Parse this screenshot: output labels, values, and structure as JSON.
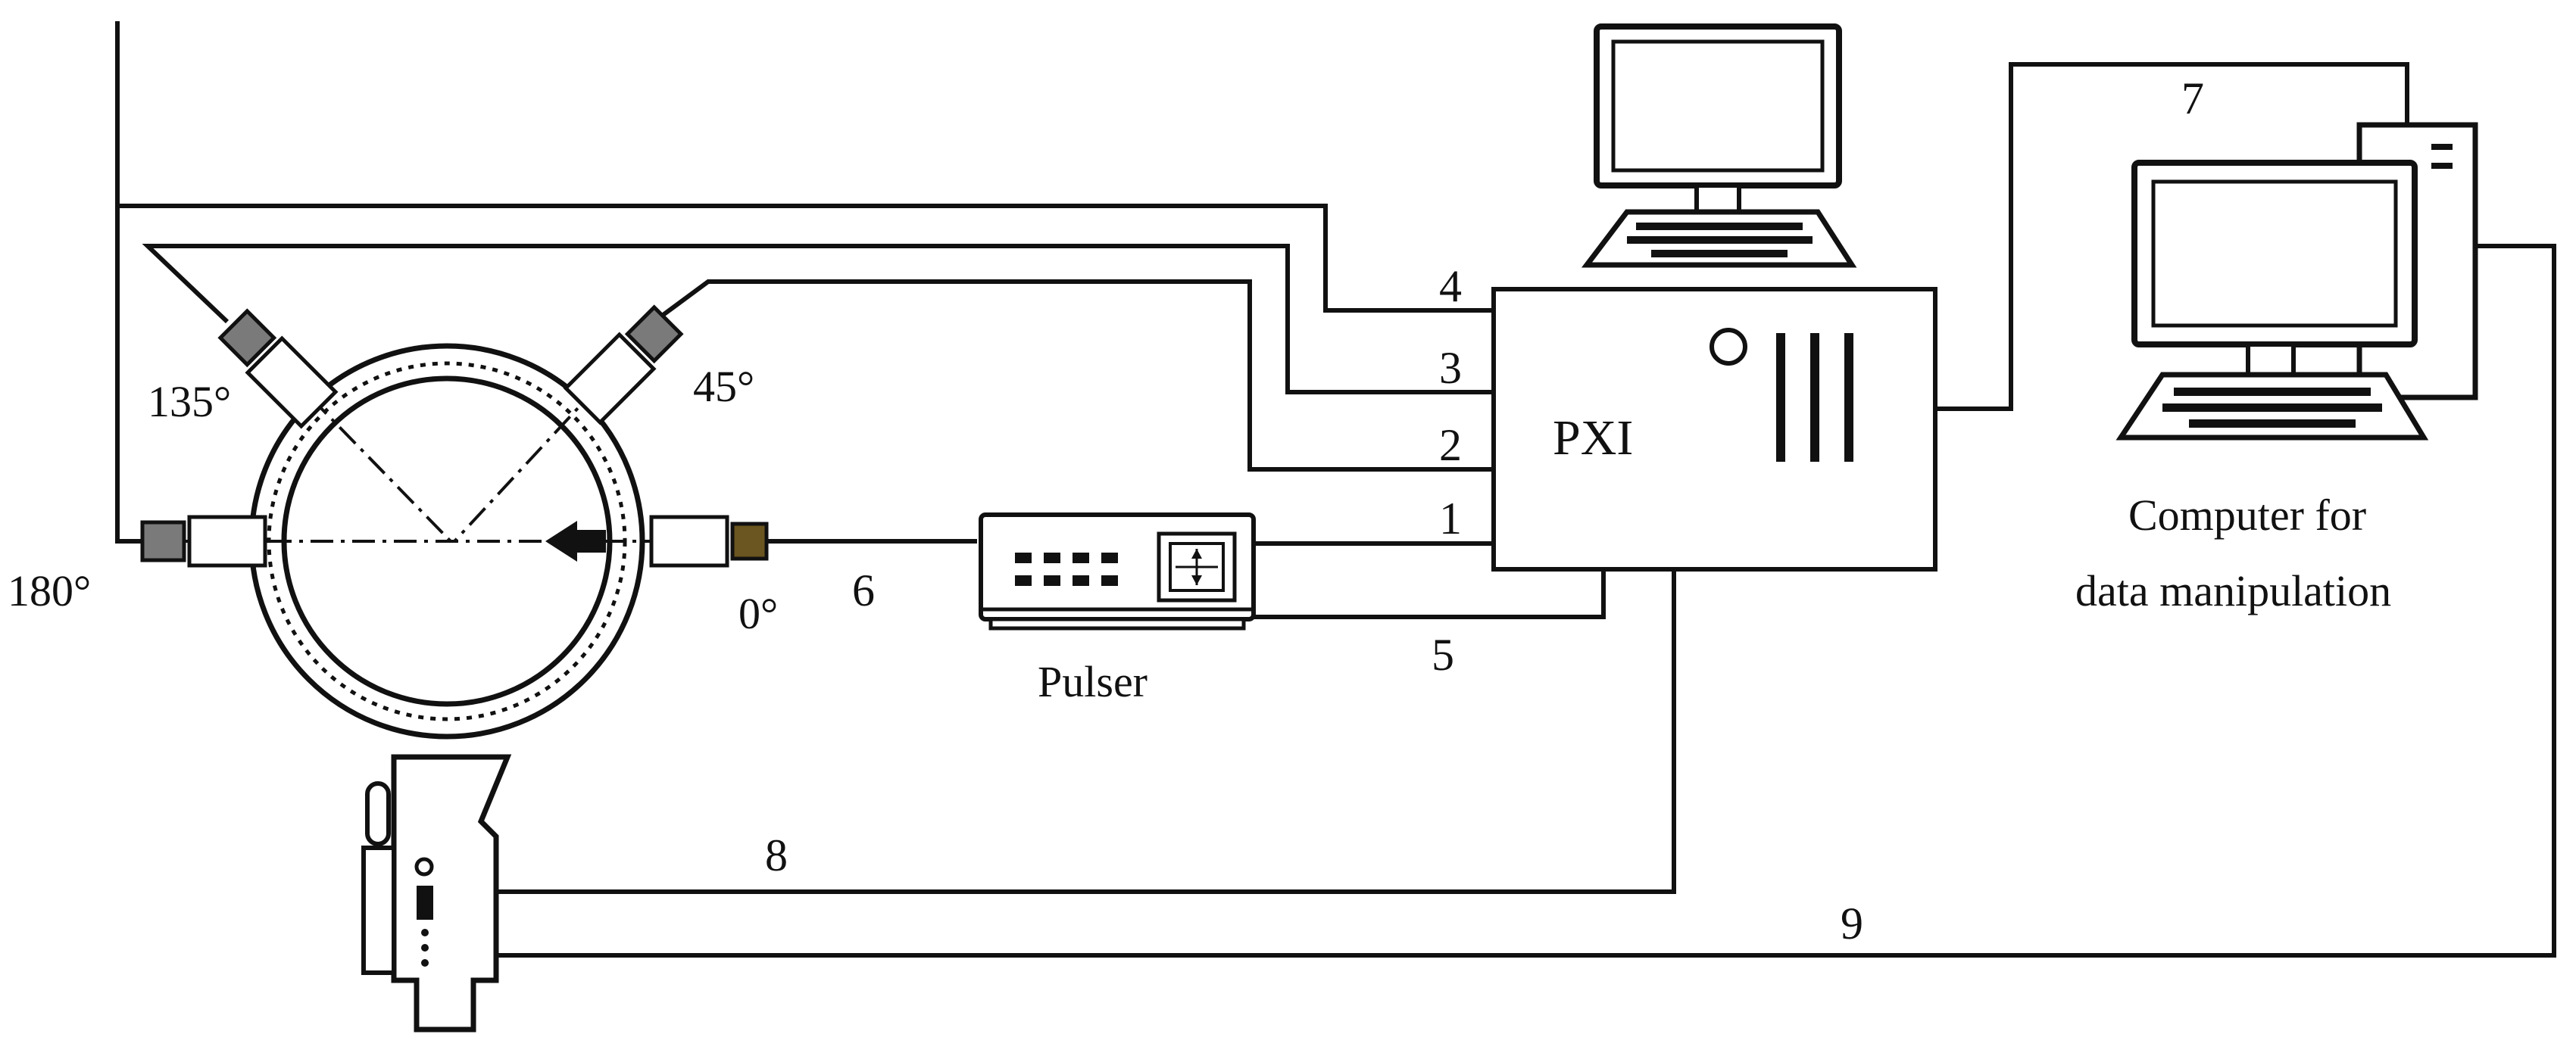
{
  "labels": {
    "pxi": "PXI",
    "pulser": "Pulser",
    "computer_line1": "Computer for",
    "computer_line2": "data manipulation",
    "angle_135": "135°",
    "angle_45": "45°",
    "angle_180": "180°",
    "angle_0": "0°"
  },
  "connections": {
    "c1": "1",
    "c2": "2",
    "c3": "3",
    "c4": "4",
    "c5": "5",
    "c6": "6",
    "c7": "7",
    "c8": "8",
    "c9": "9"
  },
  "colors": {
    "line": "#111111",
    "sensor_gray": "#7a7a7a",
    "sensor_brown": "#6b5520"
  }
}
